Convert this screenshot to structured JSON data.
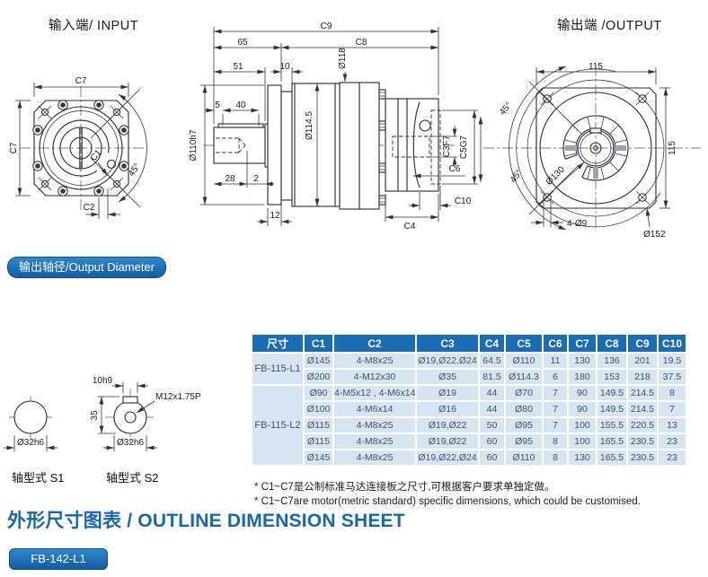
{
  "page": {
    "input_title": "输入端/ INPUT",
    "output_title": "输出端 /OUTPUT",
    "output_diameter_badge": "输出轴径/Output Diameter",
    "sheet_title": "外形尺寸图表 / OUTLINE DIMENSION SHEET",
    "model_badge": "FB-142-L1"
  },
  "input_view": {
    "c7_top": "C7",
    "c7_left": "C7",
    "c1": "C1",
    "c2": "C2",
    "angle": "45°"
  },
  "side_view": {
    "c9": "C9",
    "len_65": "65",
    "c8": "C8",
    "len_51": "51",
    "len_10": "10",
    "dia_118": "Ø118",
    "len_5": "5",
    "len_40": "40",
    "dia_114_5": "Ø114.5",
    "dia_110": "Ø110h7",
    "len_28": "28",
    "len_2": "2",
    "len_12": "12",
    "c3": "C3F7",
    "c5": "C5G7",
    "c6": "C6",
    "c10": "C10",
    "c4": "C4"
  },
  "output_view": {
    "width": "115",
    "height": "115",
    "angle_upper": "45°",
    "angle_lower": "45°",
    "dia_130": "Ø130",
    "holes": "4-Ø9",
    "dia_152": "Ø152"
  },
  "shaft_views": {
    "s1_label": "轴型式 S1",
    "s2_label": "轴型式 S2",
    "s1_dia": "Ø32h6",
    "s2_dia": "Ø32h6",
    "key_width": "10h9",
    "key_height": "35",
    "thread": "M12x1.75P"
  },
  "table": {
    "headers": [
      "尺寸",
      "C1",
      "C2",
      "C3",
      "C4",
      "C5",
      "C6",
      "C7",
      "C8",
      "C9",
      "C10"
    ],
    "groups": [
      {
        "name": "FB-115-L1",
        "rows": [
          [
            "Ø145",
            "4-M8x25",
            "Ø19,Ø22,Ø24",
            "64.5",
            "Ø110",
            "11",
            "130",
            "136",
            "201",
            "19.5"
          ],
          [
            "Ø200",
            "4-M12x30",
            "Ø35",
            "81.5",
            "Ø114.3",
            "6",
            "180",
            "153",
            "218",
            "37.5"
          ]
        ]
      },
      {
        "name": "FB-115-L2",
        "rows": [
          [
            "Ø90",
            "4-M5x12 , 4-M6x14",
            "Ø19",
            "44",
            "Ø70",
            "7",
            "90",
            "149.5",
            "214.5",
            "8"
          ],
          [
            "Ø100",
            "4-M6x14",
            "Ø16",
            "44",
            "Ø80",
            "7",
            "90",
            "149.5",
            "214.5",
            "7"
          ],
          [
            "Ø115",
            "4-M8x25",
            "Ø19,Ø22",
            "50",
            "Ø95",
            "7",
            "100",
            "155.5",
            "220.5",
            "13"
          ],
          [
            "Ø115",
            "4-M8x25",
            "Ø19,Ø22",
            "60",
            "Ø95",
            "8",
            "100",
            "165.5",
            "230.5",
            "23"
          ],
          [
            "Ø145",
            "4-M8x25",
            "Ø19,Ø22,Ø24",
            "60",
            "Ø110",
            "8",
            "130",
            "165.5",
            "230.5",
            "23"
          ]
        ]
      }
    ],
    "footnotes": [
      "* C1~C7是公制标准马达连接板之尺寸,可根据客户要求单独定做。",
      "* C1~C7are motor(metric standard)  specific dimensions, which could be customised."
    ]
  },
  "colors": {
    "accent_blue": "#1a6cb4",
    "title_blue": "#1767af",
    "table_cell_bg": "#d7e5f2",
    "table_text": "#3d5268",
    "drawing_line": "#2b2b2b"
  }
}
